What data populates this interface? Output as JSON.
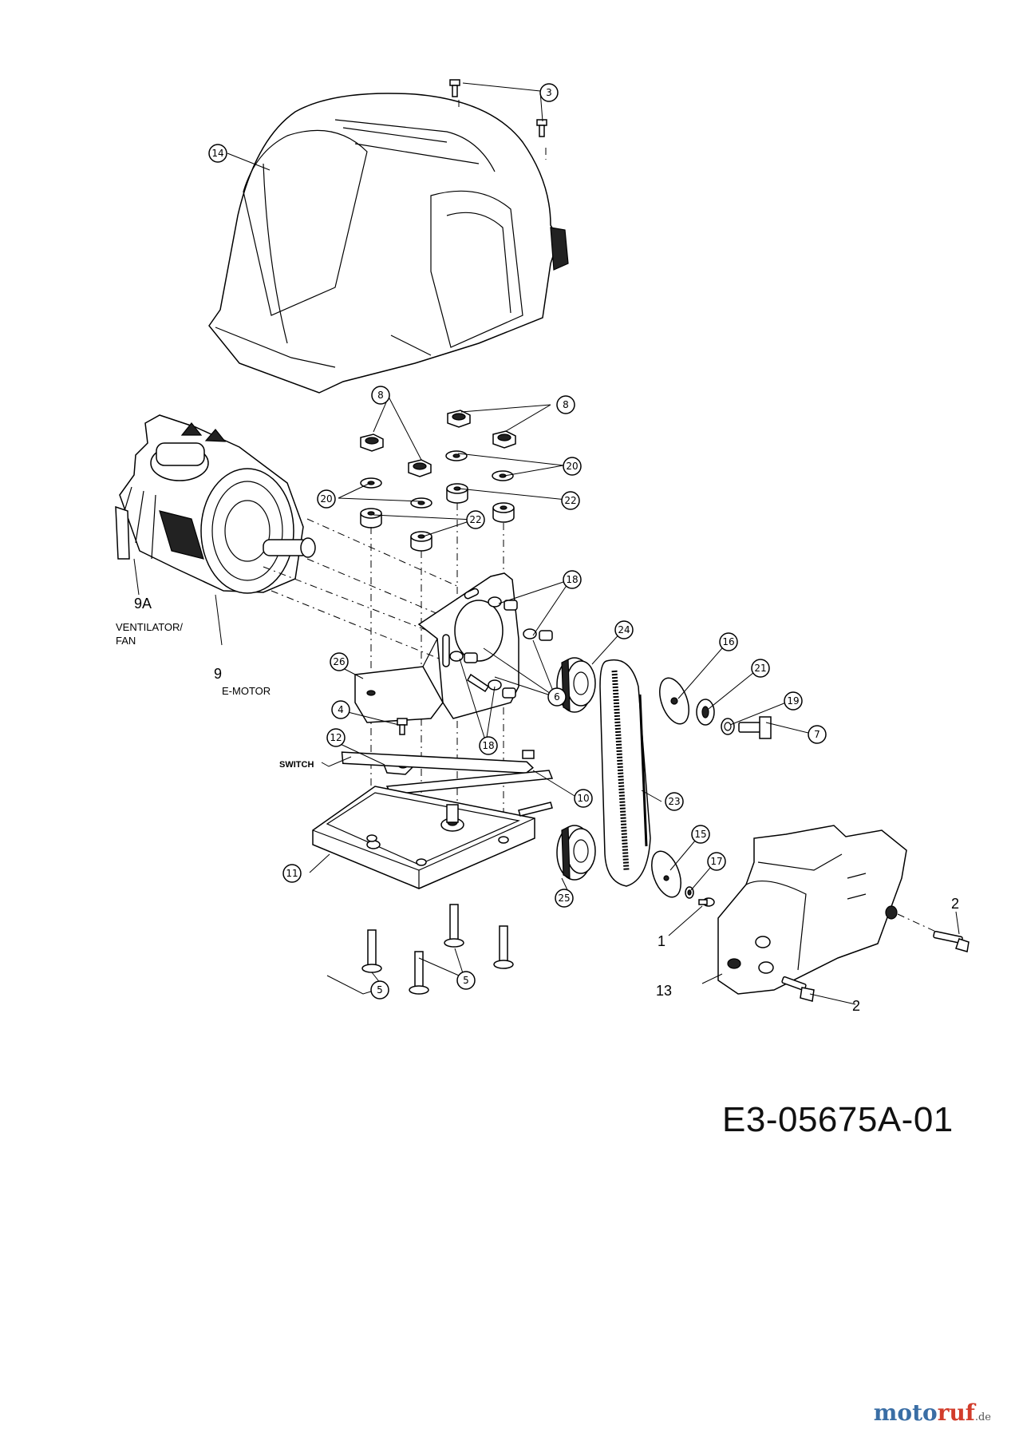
{
  "drawing_number": "E3-05675A-01",
  "watermark": {
    "brand": "motoruf",
    "tld": ".de"
  },
  "callouts": {
    "c1": "1",
    "c2a": "2",
    "c2b": "2",
    "c3": "3",
    "c4": "4",
    "c5a": "5",
    "c5b": "5",
    "c6": "6",
    "c7": "7",
    "c8a": "8",
    "c8b": "8",
    "c9": "9",
    "c9a": "9A",
    "c10": "10",
    "c11": "11",
    "c12": "12",
    "c13": "13",
    "c14": "14",
    "c15": "15",
    "c16": "16",
    "c17": "17",
    "c18a": "18",
    "c18b": "18",
    "c19": "19",
    "c20a": "20",
    "c20b": "20",
    "c21": "21",
    "c22a": "22",
    "c22b": "22",
    "c23": "23",
    "c24": "24",
    "c25": "25",
    "c26": "26"
  },
  "labels": {
    "fan_line1": "VENTILATOR/",
    "fan_line2": "FAN",
    "motor": "E-MOTOR",
    "switch": "SWITCH"
  },
  "colors": {
    "line": "#000000",
    "background": "#ffffff"
  }
}
